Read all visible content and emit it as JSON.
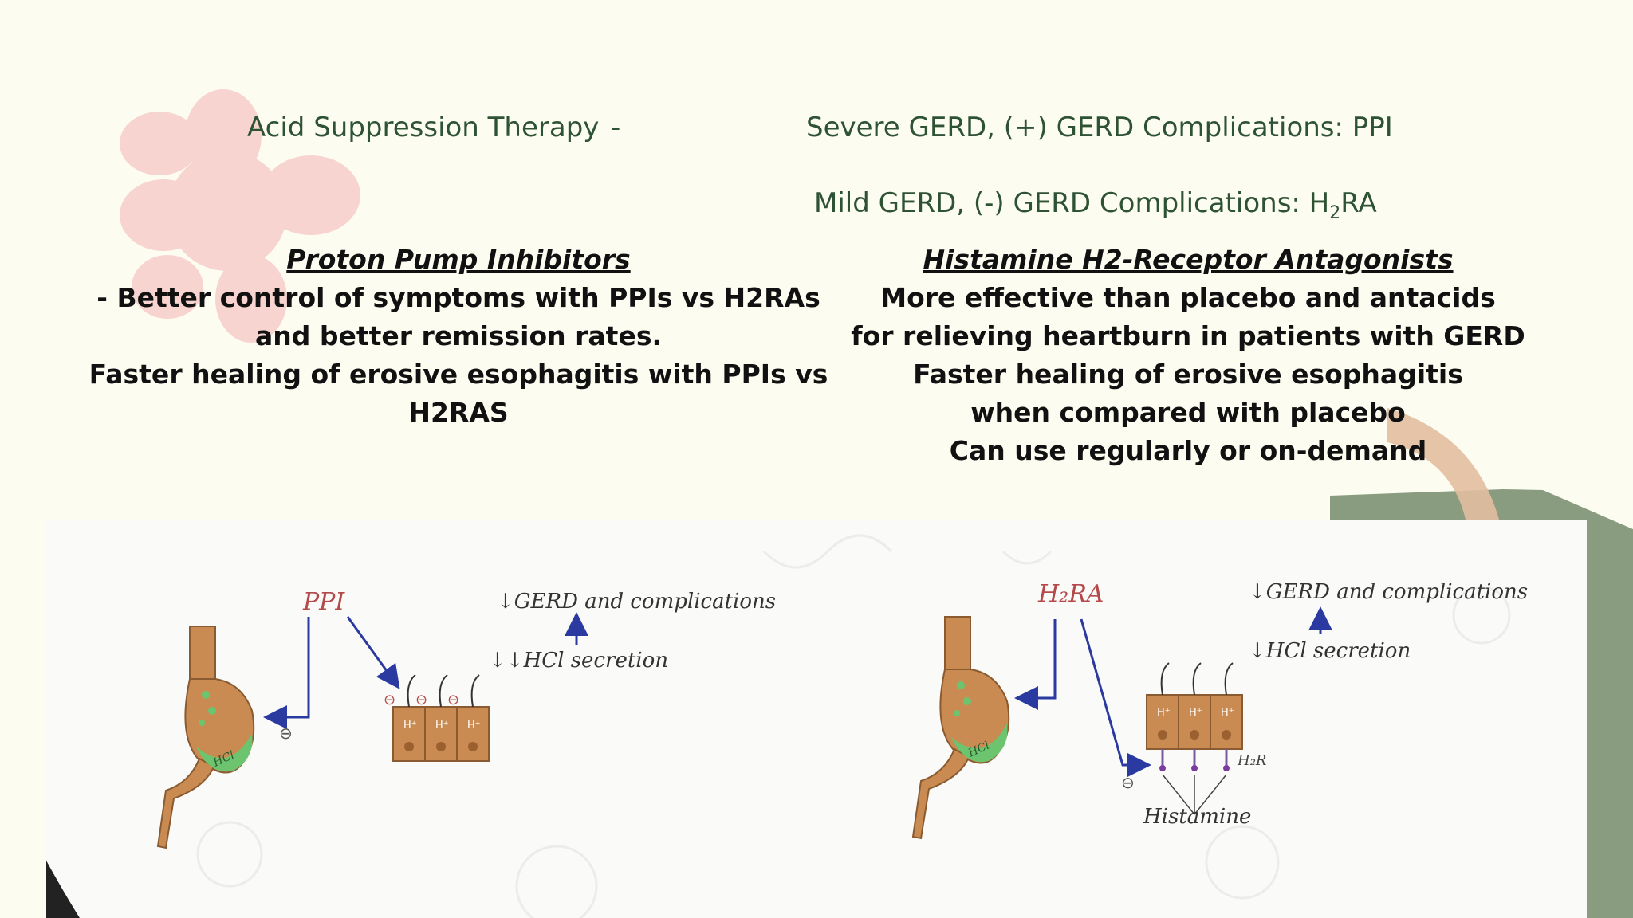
{
  "header": {
    "title": "Acid Suppression Therapy",
    "dash": "-",
    "severe_line": "Severe GERD, (+) GERD Complications: PPI",
    "mild_prefix": "Mild GERD, (-) GERD Complications: H",
    "mild_sub": "2",
    "mild_suffix": "RA"
  },
  "ppi_column": {
    "heading": "Proton Pump Inhibitors",
    "lines": [
      "- Better control of symptoms with PPIs vs H2RAs",
      "and better remission rates.",
      "Faster healing of erosive esophagitis with PPIs vs",
      "H2RAS"
    ]
  },
  "h2ra_column": {
    "heading": "Histamine H2-Receptor Antagonists",
    "lines": [
      "More effective than placebo and antacids",
      "for relieving heartburn in patients with GERD",
      "Faster healing of erosive esophagitis",
      "when compared with placebo",
      "Can use regularly or on-demand"
    ]
  },
  "diagram": {
    "ppi": {
      "drug_label": "PPI",
      "outcome": "↓GERD and complications",
      "secretion": "↓↓HCl secretion",
      "stomach_label": "HCl",
      "cell_label": "H⁺",
      "inhibit_symbol": "⊖"
    },
    "h2ra": {
      "drug_label": "H₂RA",
      "outcome": "↓GERD and complications",
      "secretion": "↓HCl secretion",
      "stomach_label": "HCl",
      "cell_label": "H⁺",
      "receptor_label": "H₂R",
      "histamine_label": "Histamine",
      "inhibit_symbol": "⊖"
    }
  },
  "colors": {
    "background": "#fdfcf1",
    "header_text": "#2e5234",
    "body_text": "#111111",
    "pink_flower": "#f7d4cf",
    "green_shape": "#8a9c80",
    "tan_shape": "#e2bea0",
    "drug_red": "#b5494a",
    "arrow_blue": "#2a3aa0",
    "stomach_tan": "#c98b52",
    "stomach_green": "#6cc56e"
  }
}
